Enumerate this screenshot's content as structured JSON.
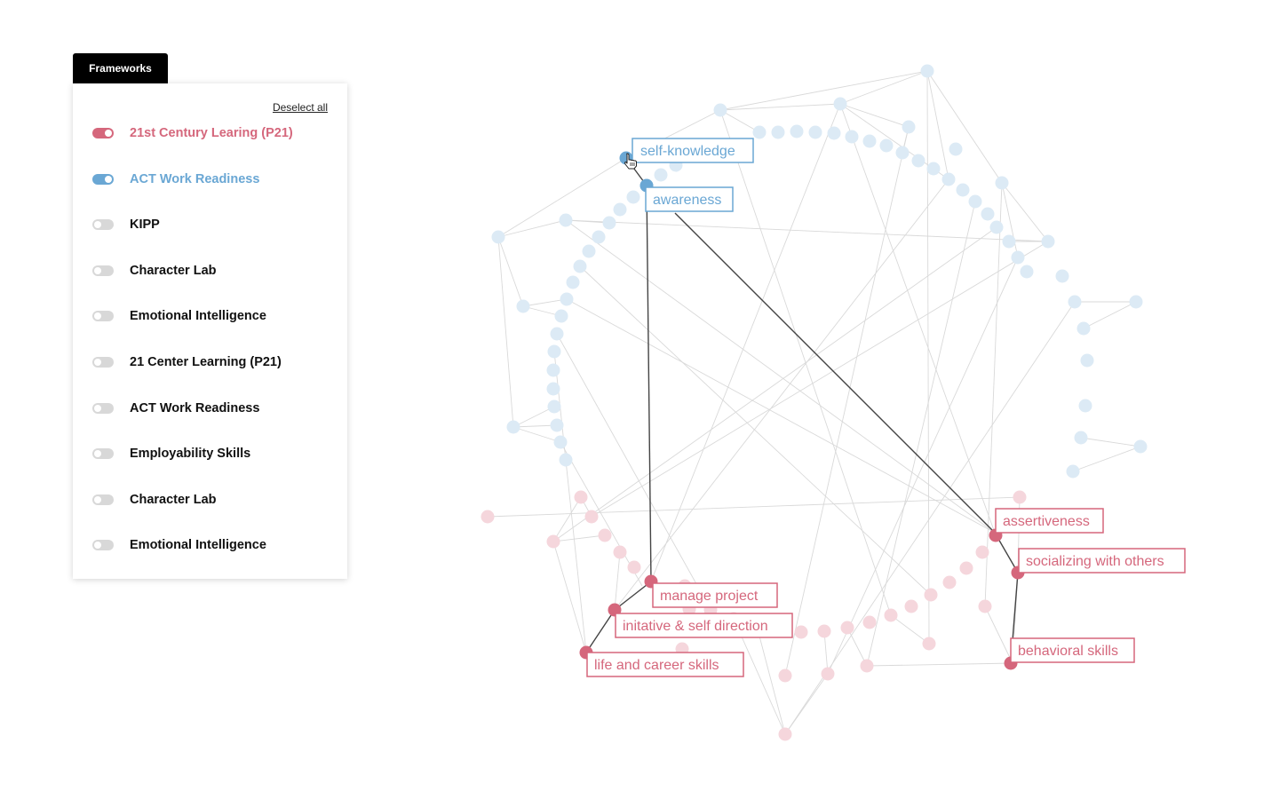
{
  "panel": {
    "tab_label": "Frameworks",
    "deselect_label": "Deselect all",
    "frameworks": [
      {
        "label": "21st Century Learing (P21)",
        "on": true,
        "color": "pink"
      },
      {
        "label": "ACT Work Readiness",
        "on": true,
        "color": "blue"
      },
      {
        "label": "KIPP",
        "on": false,
        "color": ""
      },
      {
        "label": "Character Lab",
        "on": false,
        "color": ""
      },
      {
        "label": "Emotional Intelligence",
        "on": false,
        "color": ""
      },
      {
        "label": "21 Center Learning (P21)",
        "on": false,
        "color": ""
      },
      {
        "label": "ACT Work Readiness",
        "on": false,
        "color": ""
      },
      {
        "label": "Employability Skills",
        "on": false,
        "color": ""
      },
      {
        "label": "Character Lab",
        "on": false,
        "color": ""
      },
      {
        "label": "Emotional Intelligence",
        "on": false,
        "color": ""
      }
    ]
  },
  "colors": {
    "pink": "#d5677c",
    "pink_faded": "#f5d6dc",
    "blue": "#6aa7d4",
    "blue_faded": "#dceaf5",
    "edge": "#d9d9d9",
    "edge_active": "#444444"
  },
  "highlighted_nodes": {
    "self_knowledge": "self-knowledge",
    "awareness": "awareness",
    "assertiveness": "assertiveness",
    "socializing": "socializing with others",
    "manage_project": "manage project",
    "initiative": "initative & self direction",
    "behavioral": "behavioral skills",
    "life_career": "life and career skills"
  },
  "cursor_icon": "hand-pointer-icon"
}
